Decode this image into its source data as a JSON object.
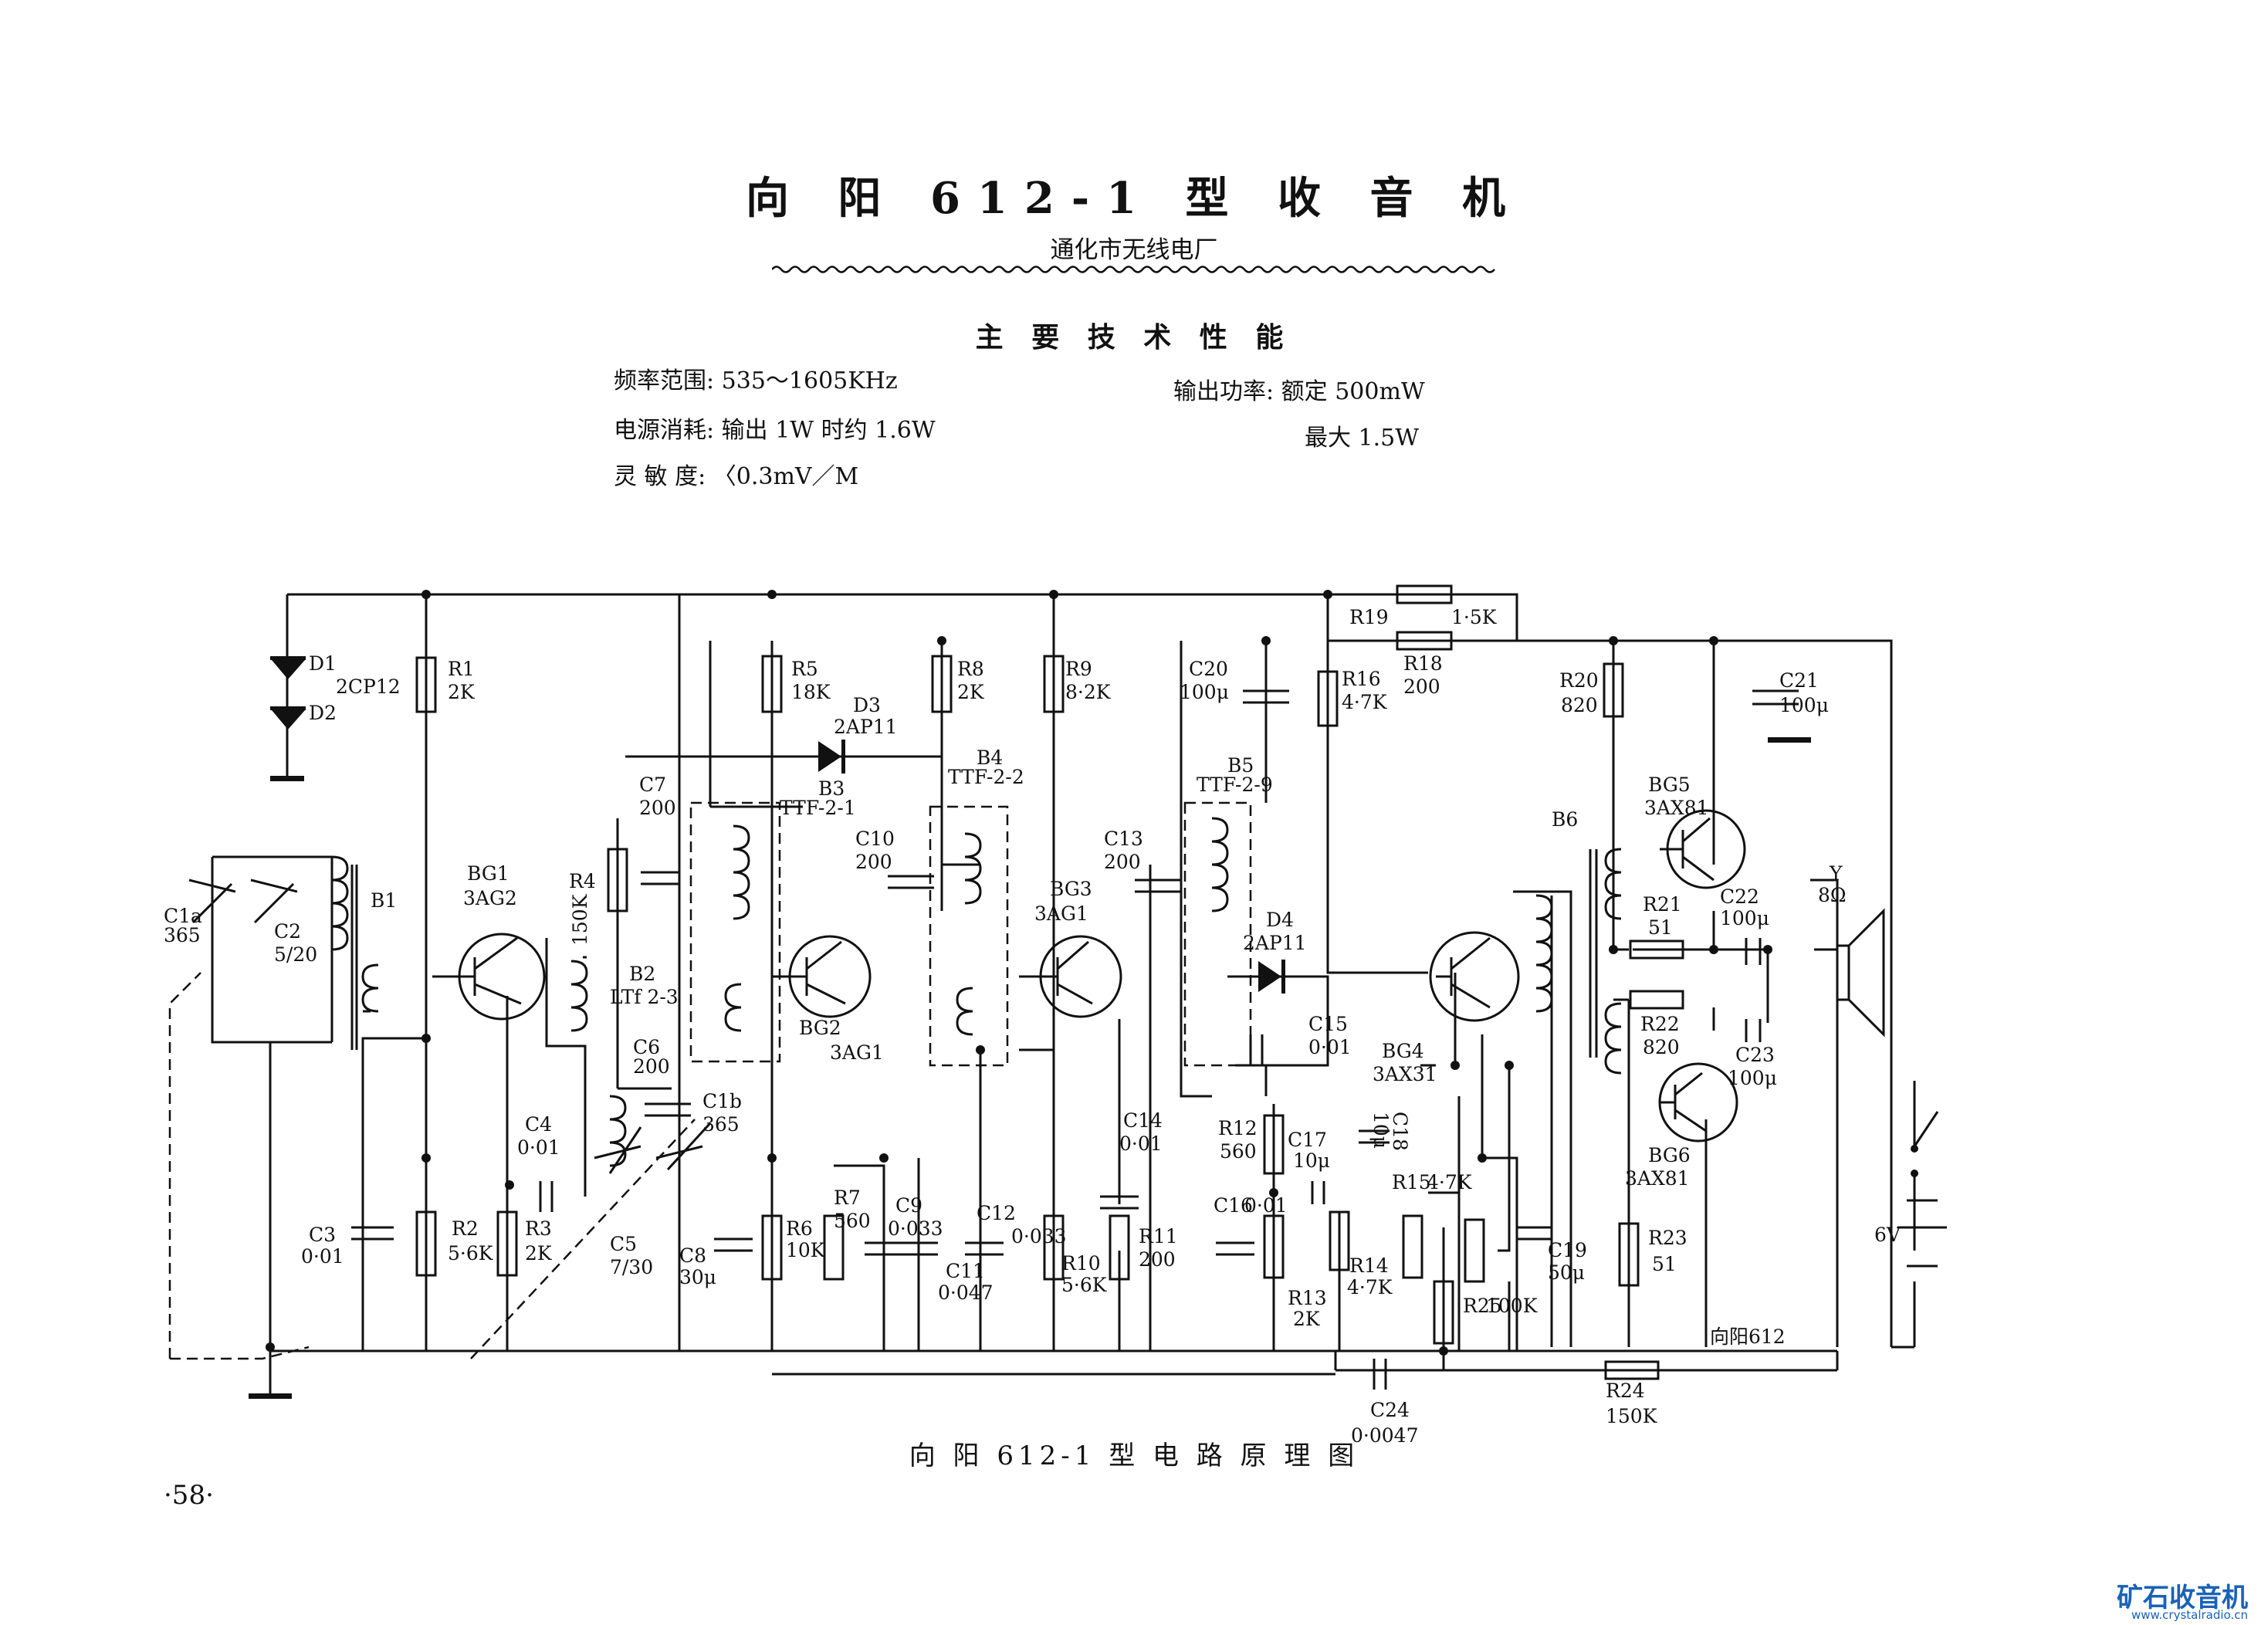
{
  "header": {
    "title": "向 阳 612-1 型 收 音 机",
    "manufacturer": "通化市无线电厂",
    "section_title": "主 要 技 术 性 能"
  },
  "specs": [
    {
      "label": "频率范围:",
      "value": "535～1605KHz"
    },
    {
      "label": "电源消耗:",
      "value": "输出 1W 时约 1.6W"
    },
    {
      "label": "灵 敏 度:",
      "value": "〈0.3mV／M"
    },
    {
      "label": "输出功率:",
      "value": "额定 500mW"
    },
    {
      "label": "",
      "value": "最大 1.5W"
    }
  ],
  "diagram": {
    "caption": "向 阳 612-1 型 电 路 原 理 图",
    "corner_label": "向阳612",
    "components": [
      {
        "id": "D1",
        "value": "2CP12"
      },
      {
        "id": "D2",
        "value": ""
      },
      {
        "id": "R1",
        "value": "2K"
      },
      {
        "id": "B1",
        "value": ""
      },
      {
        "id": "C1a",
        "value": "365"
      },
      {
        "id": "C2",
        "value": "5/20"
      },
      {
        "id": "BG1",
        "value": "3AG2"
      },
      {
        "id": "R4",
        "value": "150K"
      },
      {
        "id": "C7",
        "value": "200"
      },
      {
        "id": "B2",
        "value": "LTf 2-3"
      },
      {
        "id": "C6",
        "value": "200"
      },
      {
        "id": "C1b",
        "value": "365"
      },
      {
        "id": "C4",
        "value": "0·01"
      },
      {
        "id": "C5",
        "value": "7/30"
      },
      {
        "id": "C3",
        "value": "0·01"
      },
      {
        "id": "R2",
        "value": "5·6K"
      },
      {
        "id": "R3",
        "value": "2K"
      },
      {
        "id": "R5",
        "value": "18K"
      },
      {
        "id": "D3",
        "value": "2AP11"
      },
      {
        "id": "B3",
        "value": "TTF-2-1"
      },
      {
        "id": "BG2",
        "value": "3AG1"
      },
      {
        "id": "C8",
        "value": "30μ"
      },
      {
        "id": "R6",
        "value": "10K"
      },
      {
        "id": "R7",
        "value": "560"
      },
      {
        "id": "C9",
        "value": "0·033"
      },
      {
        "id": "R8",
        "value": "2K"
      },
      {
        "id": "B4",
        "value": "TTF-2-2"
      },
      {
        "id": "C10",
        "value": "200"
      },
      {
        "id": "C11",
        "value": "0·047"
      },
      {
        "id": "C12",
        "value": "0·033"
      },
      {
        "id": "R9",
        "value": "8·2K"
      },
      {
        "id": "BG3",
        "value": "3AG1"
      },
      {
        "id": "R10",
        "value": "5·6K"
      },
      {
        "id": "R11",
        "value": "200"
      },
      {
        "id": "C13",
        "value": "200"
      },
      {
        "id": "C14",
        "value": "0·01"
      },
      {
        "id": "C20",
        "value": "100μ"
      },
      {
        "id": "B5",
        "value": "TTF-2-9"
      },
      {
        "id": "D4",
        "value": "2AP11"
      },
      {
        "id": "C15",
        "value": "0·01"
      },
      {
        "id": "R16",
        "value": "4·7K"
      },
      {
        "id": "R19",
        "value": "1·5K"
      },
      {
        "id": "R18",
        "value": "200"
      },
      {
        "id": "BG4",
        "value": "3AX31"
      },
      {
        "id": "R12",
        "value": "560"
      },
      {
        "id": "C18",
        "value": "10μ"
      },
      {
        "id": "C17",
        "value": "10μ"
      },
      {
        "id": "C16",
        "value": "0·01"
      },
      {
        "id": "R13",
        "value": "2K"
      },
      {
        "id": "R14",
        "value": "4·7K"
      },
      {
        "id": "R15",
        "value": "4·7K"
      },
      {
        "id": "R25",
        "value": "100K"
      },
      {
        "id": "C19",
        "value": "50μ"
      },
      {
        "id": "R20",
        "value": "820"
      },
      {
        "id": "B6",
        "value": ""
      },
      {
        "id": "BG5",
        "value": "3AX81"
      },
      {
        "id": "R21",
        "value": "51"
      },
      {
        "id": "C22",
        "value": "100μ"
      },
      {
        "id": "R22",
        "value": "820"
      },
      {
        "id": "C23",
        "value": "100μ"
      },
      {
        "id": "BG6",
        "value": "3AX81"
      },
      {
        "id": "R23",
        "value": "51"
      },
      {
        "id": "C21",
        "value": "100μ"
      },
      {
        "id": "Y",
        "value": "8Ω"
      },
      {
        "id": "BAT",
        "value": "6V"
      },
      {
        "id": "C24",
        "value": "0·0047"
      },
      {
        "id": "R24",
        "value": "150K"
      }
    ]
  },
  "page_number": "·58·",
  "watermark": {
    "brand": "矿石收音机",
    "url": "www.crystalradio.cn"
  }
}
